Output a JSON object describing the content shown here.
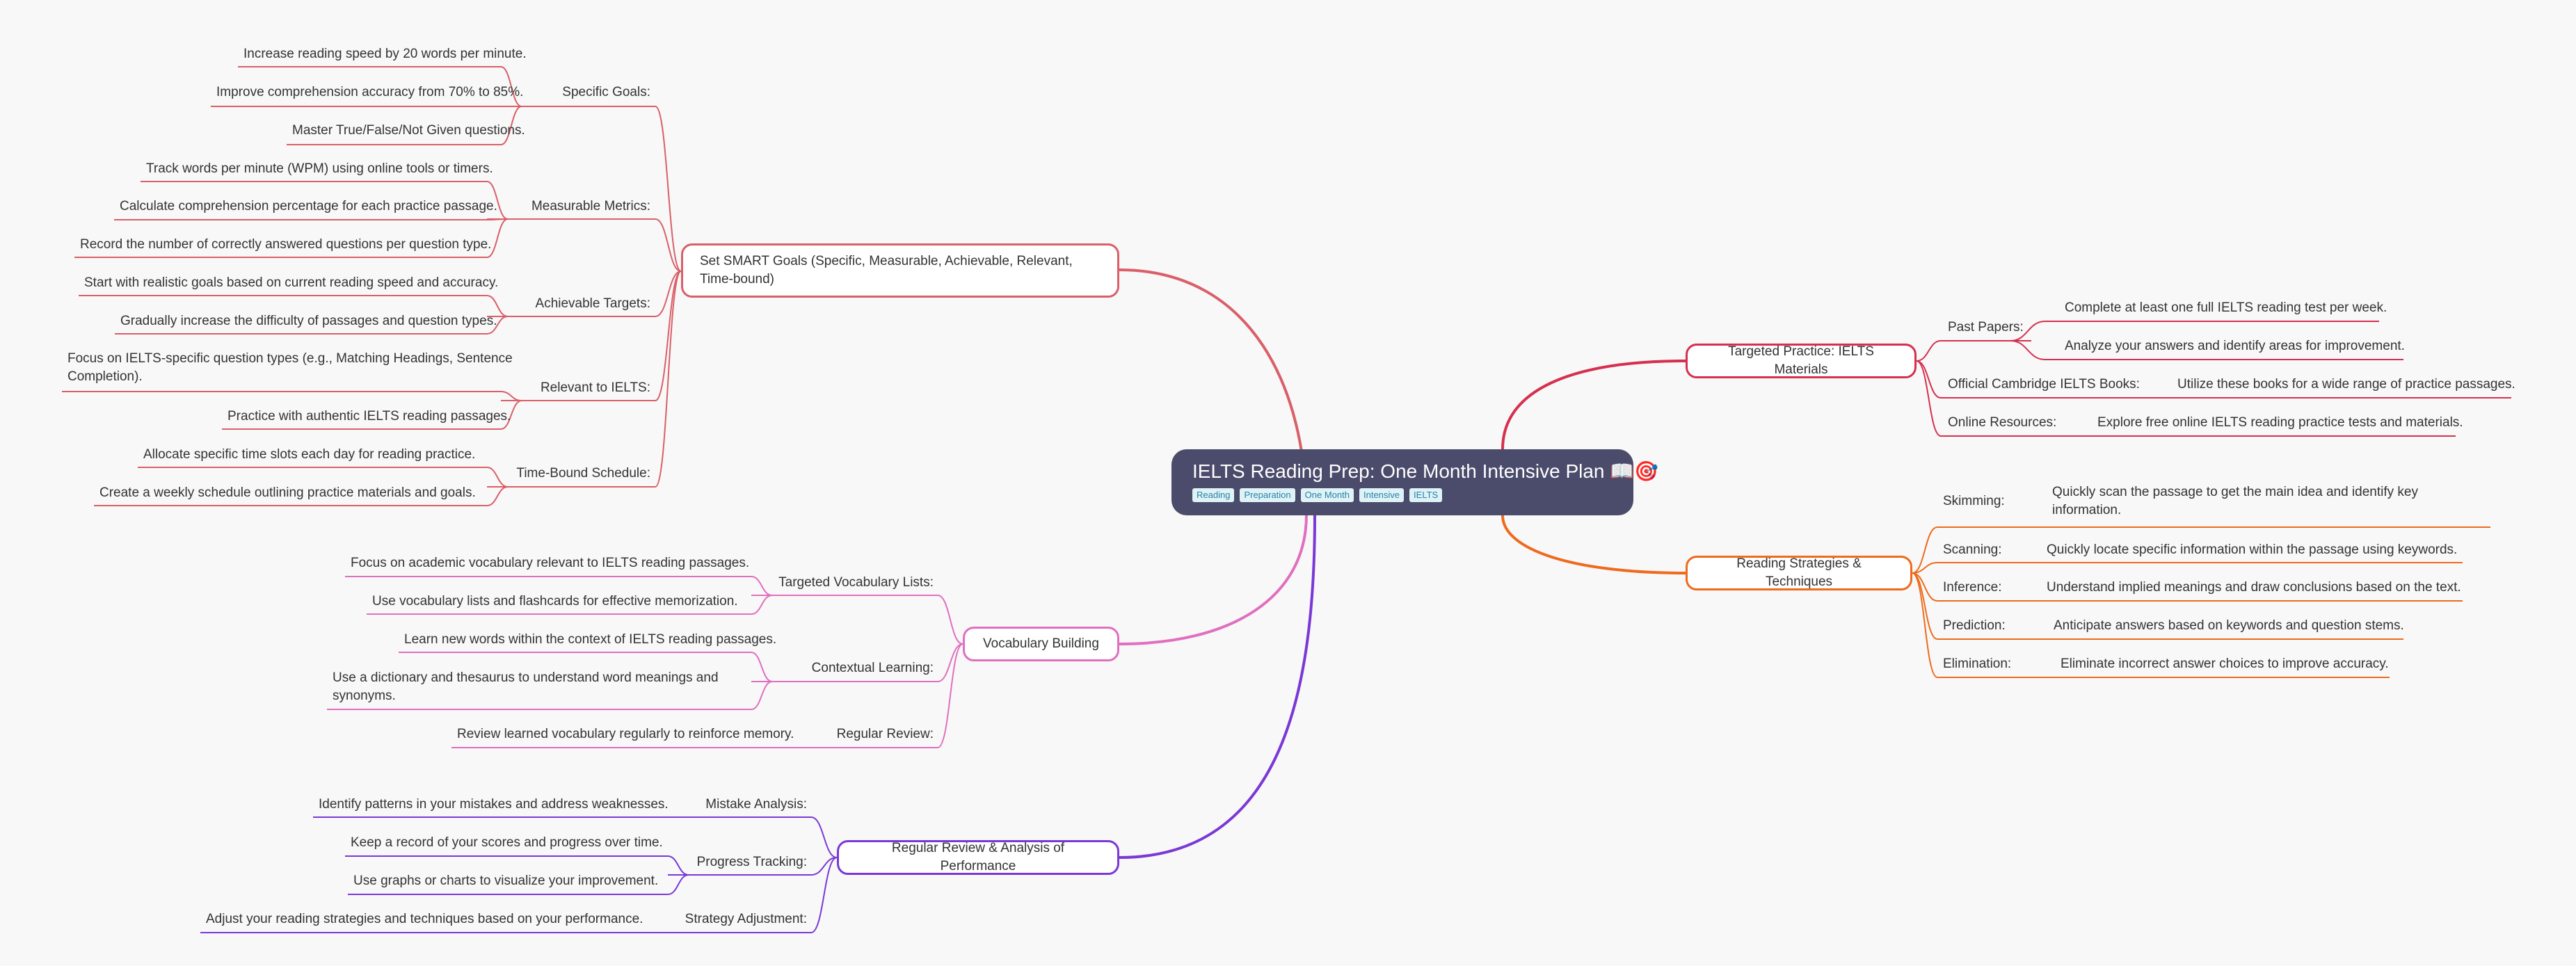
{
  "root": {
    "title": "IELTS Reading Prep: One Month Intensive Plan 📖🎯",
    "tags": [
      "Reading",
      "Preparation",
      "One Month",
      "Intensive",
      "IELTS"
    ]
  },
  "branches": {
    "smart": {
      "title": "Set SMART Goals (Specific, Measurable, Achievable, Relevant, Time-bound)",
      "color": "#d95f69",
      "specific": {
        "label": "Specific Goals:",
        "items": [
          "Increase reading speed by 20 words per minute.",
          "Improve comprehension accuracy from 70% to 85%.",
          "Master True/False/Not Given questions."
        ]
      },
      "measurable": {
        "label": "Measurable Metrics:",
        "items": [
          "Track words per minute (WPM) using online tools or timers.",
          "Calculate comprehension percentage for each practice passage.",
          "Record the number of correctly answered questions per question type."
        ]
      },
      "achievable": {
        "label": "Achievable Targets:",
        "items": [
          "Start with realistic goals based on current reading speed and accuracy.",
          "Gradually increase the difficulty of passages and question types."
        ]
      },
      "relevant": {
        "label": "Relevant to IELTS:",
        "items": [
          "Focus on IELTS-specific question types (e.g., Matching Headings, Sentence Completion).",
          "Practice with authentic IELTS reading passages."
        ]
      },
      "time": {
        "label": "Time-Bound Schedule:",
        "items": [
          "Allocate specific time slots each day for reading practice.",
          "Create a weekly schedule outlining practice materials and goals."
        ]
      }
    },
    "vocab": {
      "title": "Vocabulary Building",
      "color": "#e06fc0",
      "lists": {
        "label": "Targeted Vocabulary Lists:",
        "items": [
          "Focus on academic vocabulary relevant to IELTS reading passages.",
          "Use vocabulary lists and flashcards for effective memorization."
        ]
      },
      "context": {
        "label": "Contextual Learning:",
        "items": [
          "Learn new words within the context of IELTS reading passages.",
          "Use a dictionary and thesaurus to understand word meanings and synonyms."
        ]
      },
      "review": {
        "label": "Regular Review:",
        "items": [
          "Review learned vocabulary regularly to reinforce memory."
        ]
      }
    },
    "perf": {
      "title": "Regular Review & Analysis of Performance",
      "color": "#7a38d6",
      "mistake": {
        "label": "Mistake Analysis:",
        "items": [
          "Identify patterns in your mistakes and address weaknesses."
        ]
      },
      "progress": {
        "label": "Progress Tracking:",
        "items": [
          "Keep a record of your scores and progress over time.",
          "Use graphs or charts to visualize your improvement."
        ]
      },
      "strategy": {
        "label": "Strategy Adjustment:",
        "items": [
          "Adjust your reading strategies and techniques based on your performance."
        ]
      }
    },
    "practice": {
      "title": "Targeted Practice: IELTS Materials",
      "color": "#d5304f",
      "papers": {
        "label": "Past Papers:",
        "items": [
          "Complete at least one full IELTS reading test per week.",
          "Analyze your answers and identify areas for improvement."
        ]
      },
      "books": {
        "label": "Official Cambridge IELTS Books:",
        "items": [
          "Utilize these books for a wide range of practice passages."
        ]
      },
      "online": {
        "label": "Online Resources:",
        "items": [
          "Explore free online IELTS reading practice tests and materials."
        ]
      }
    },
    "strategies": {
      "title": "Reading Strategies & Techniques",
      "color": "#ee6a1c",
      "skimming": {
        "label": "Skimming:",
        "items": [
          "Quickly scan the passage to get the main idea and identify key information."
        ]
      },
      "scanning": {
        "label": "Scanning:",
        "items": [
          "Quickly locate specific information within the passage using keywords."
        ]
      },
      "inference": {
        "label": "Inference:",
        "items": [
          "Understand implied meanings and draw conclusions based on the text."
        ]
      },
      "prediction": {
        "label": "Prediction:",
        "items": [
          "Anticipate answers based on keywords and question stems."
        ]
      },
      "elimination": {
        "label": "Elimination:",
        "items": [
          "Eliminate incorrect answer choices to improve accuracy."
        ]
      }
    }
  }
}
